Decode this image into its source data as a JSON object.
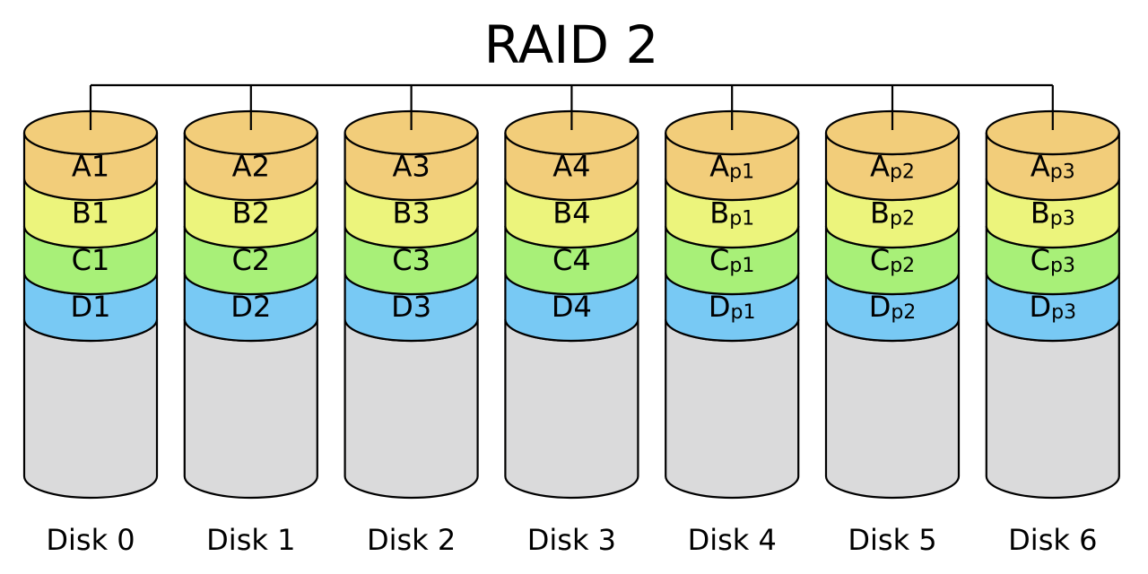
{
  "title": "RAID 2",
  "colors": {
    "A": "#f2cd7a",
    "B": "#ecf47c",
    "C": "#a8f078",
    "D": "#78c9f4",
    "empty": "#dadadb",
    "outline": "#000000"
  },
  "disks": [
    {
      "label": "Disk 0",
      "blocks": [
        {
          "base": "A1",
          "sub": ""
        },
        {
          "base": "B1",
          "sub": ""
        },
        {
          "base": "C1",
          "sub": ""
        },
        {
          "base": "D1",
          "sub": ""
        }
      ]
    },
    {
      "label": "Disk 1",
      "blocks": [
        {
          "base": "A2",
          "sub": ""
        },
        {
          "base": "B2",
          "sub": ""
        },
        {
          "base": "C2",
          "sub": ""
        },
        {
          "base": "D2",
          "sub": ""
        }
      ]
    },
    {
      "label": "Disk 2",
      "blocks": [
        {
          "base": "A3",
          "sub": ""
        },
        {
          "base": "B3",
          "sub": ""
        },
        {
          "base": "C3",
          "sub": ""
        },
        {
          "base": "D3",
          "sub": ""
        }
      ]
    },
    {
      "label": "Disk 3",
      "blocks": [
        {
          "base": "A4",
          "sub": ""
        },
        {
          "base": "B4",
          "sub": ""
        },
        {
          "base": "C4",
          "sub": ""
        },
        {
          "base": "D4",
          "sub": ""
        }
      ]
    },
    {
      "label": "Disk 4",
      "blocks": [
        {
          "base": "A",
          "sub": "p1"
        },
        {
          "base": "B",
          "sub": "p1"
        },
        {
          "base": "C",
          "sub": "p1"
        },
        {
          "base": "D",
          "sub": "p1"
        }
      ]
    },
    {
      "label": "Disk 5",
      "blocks": [
        {
          "base": "A",
          "sub": "p2"
        },
        {
          "base": "B",
          "sub": "p2"
        },
        {
          "base": "C",
          "sub": "p2"
        },
        {
          "base": "D",
          "sub": "p2"
        }
      ]
    },
    {
      "label": "Disk 6",
      "blocks": [
        {
          "base": "A",
          "sub": "p3"
        },
        {
          "base": "B",
          "sub": "p3"
        },
        {
          "base": "C",
          "sub": "p3"
        },
        {
          "base": "D",
          "sub": "p3"
        }
      ]
    }
  ]
}
